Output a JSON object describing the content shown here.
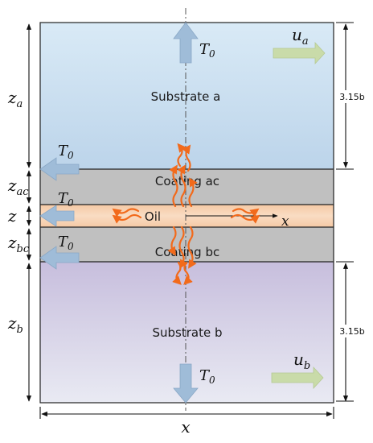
{
  "layers": {
    "substrate_a": "Substrate a",
    "coating_ac": "Coating ac",
    "oil": "Oil",
    "coating_bc": "Coating bc",
    "substrate_b": "Substrate b"
  },
  "dimensions": {
    "z_a": {
      "main": "z",
      "sub": "a"
    },
    "z_ac": {
      "main": "z",
      "sub": "ac"
    },
    "z": {
      "main": "z"
    },
    "z_bc": {
      "main": "z",
      "sub": "bc"
    },
    "z_b": {
      "main": "z",
      "sub": "b"
    },
    "height_a": "3.15b",
    "height_b": "3.15b",
    "x_bottom": "x",
    "x_axis": "x"
  },
  "temperature": {
    "main": "T",
    "sub": "0"
  },
  "velocity": {
    "u_a": {
      "main": "u",
      "sub": "a"
    },
    "u_b": {
      "main": "u",
      "sub": "b"
    }
  },
  "colors": {
    "substrate_a_top": "#d9eaf6",
    "substrate_a_bottom": "#bcd4ea",
    "coating": "#c0c0c0",
    "oil_edge": "#f5c9a5",
    "oil_center": "#f9dcc3",
    "substrate_b_top": "#c7bedd",
    "substrate_b_bottom": "#e9eaf3",
    "temperature_arrow": "#9fbcd8",
    "velocity_arrow": "#c9dba9",
    "heat_flow": "#f26a1b"
  }
}
